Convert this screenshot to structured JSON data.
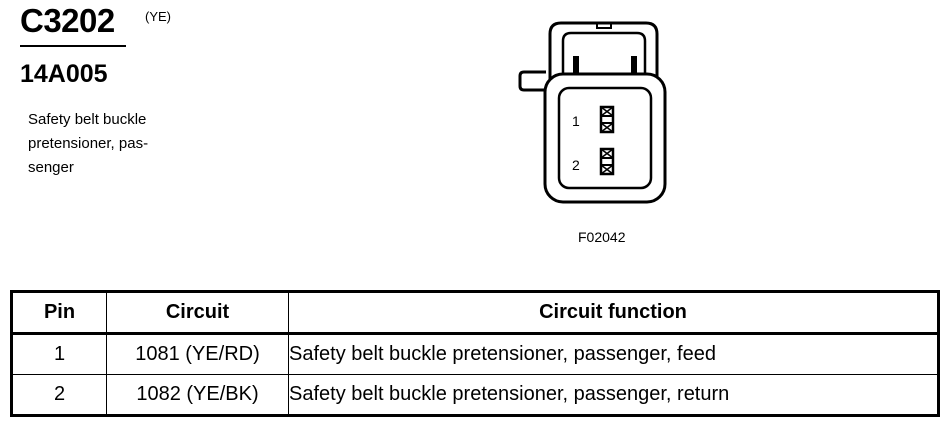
{
  "header": {
    "connector_id": "C3202",
    "connector_color": "(YE)",
    "part_number": "14A005",
    "description_lines": [
      "Safety belt buckle",
      "pretensioner, pas-",
      "senger"
    ]
  },
  "figure": {
    "code": "F02042",
    "pin_labels": [
      "1",
      "2"
    ]
  },
  "table": {
    "headers": [
      "Pin",
      "Circuit",
      "Circuit function"
    ],
    "rows": [
      {
        "pin": "1",
        "circuit": "1081 (YE/RD)",
        "function": "Safety belt buckle pretensioner, passenger, feed"
      },
      {
        "pin": "2",
        "circuit": "1082 (YE/BK)",
        "function": "Safety belt buckle pretensioner, passenger, return"
      }
    ]
  }
}
